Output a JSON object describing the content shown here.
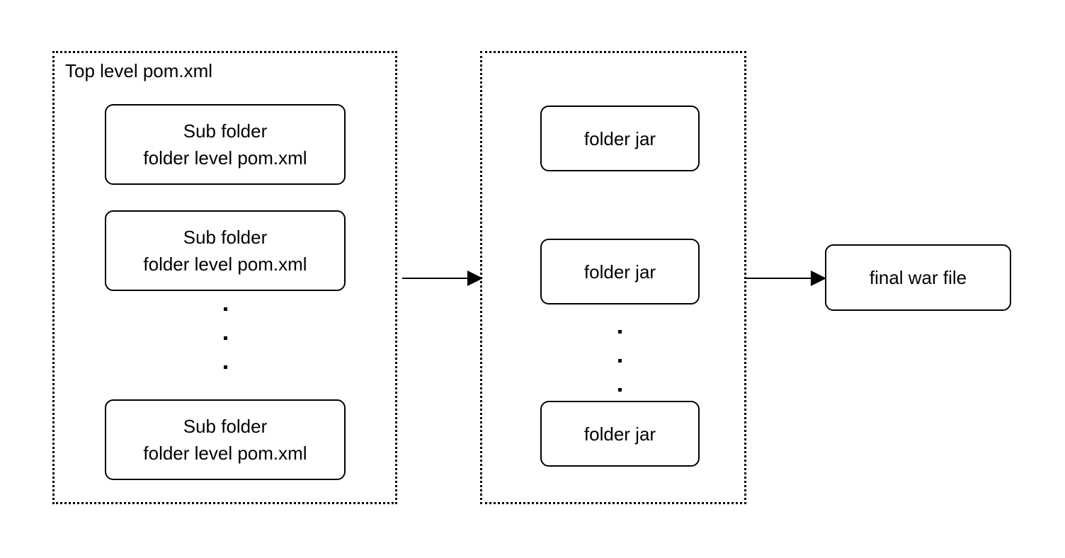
{
  "diagram": {
    "title_visible": false,
    "background_color": "#ffffff",
    "stroke_color": "#000000"
  },
  "groups": [
    {
      "name": "top-level-pom-group",
      "label": "Top level pom.xml",
      "nodes": [
        {
          "lines": [
            "Sub folder",
            "folder level pom.xml"
          ]
        },
        {
          "lines": [
            "Sub folder",
            "folder level pom.xml"
          ]
        },
        {
          "lines": [
            "Sub folder",
            "folder level pom.xml"
          ]
        }
      ],
      "ellipsis_dots": 3
    },
    {
      "name": "jars-group",
      "label": "",
      "nodes": [
        {
          "lines": [
            "folder jar"
          ]
        },
        {
          "lines": [
            "folder jar"
          ]
        },
        {
          "lines": [
            "folder jar"
          ]
        }
      ],
      "ellipsis_dots": 3
    }
  ],
  "output": {
    "name": "final-war-file",
    "label": "final war file"
  },
  "arrows": [
    {
      "name": "arrow-poms-to-jars",
      "from": "top-level-pom-group",
      "to": "jars-group"
    },
    {
      "name": "arrow-jars-to-war",
      "from": "jars-group",
      "to": "final-war-file"
    }
  ]
}
